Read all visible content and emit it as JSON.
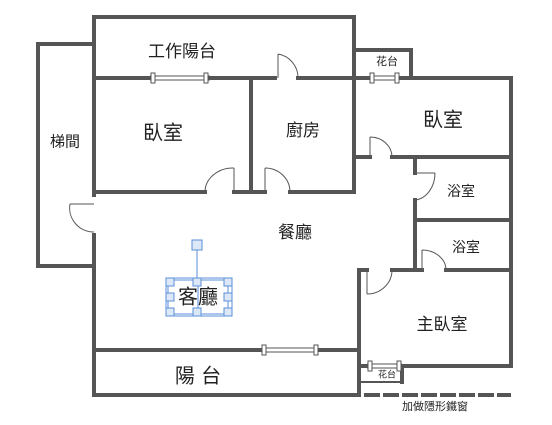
{
  "rooms": {
    "work_balcony": "工作陽台",
    "flower_bed_top": "花台",
    "stairwell": "梯間",
    "bedroom_1": "臥室",
    "kitchen": "廚房",
    "bedroom_2": "臥室",
    "bathroom_1": "浴室",
    "dining": "餐廳",
    "bathroom_2": "浴室",
    "living": "客廳",
    "master_bedroom": "主臥室",
    "balcony": "陽 台",
    "flower_bed_bottom": "花台"
  },
  "notes": {
    "window_guard": "加做隱形鐵窗"
  },
  "colors": {
    "wall": "#555555",
    "selection": "#5b8fd9"
  }
}
